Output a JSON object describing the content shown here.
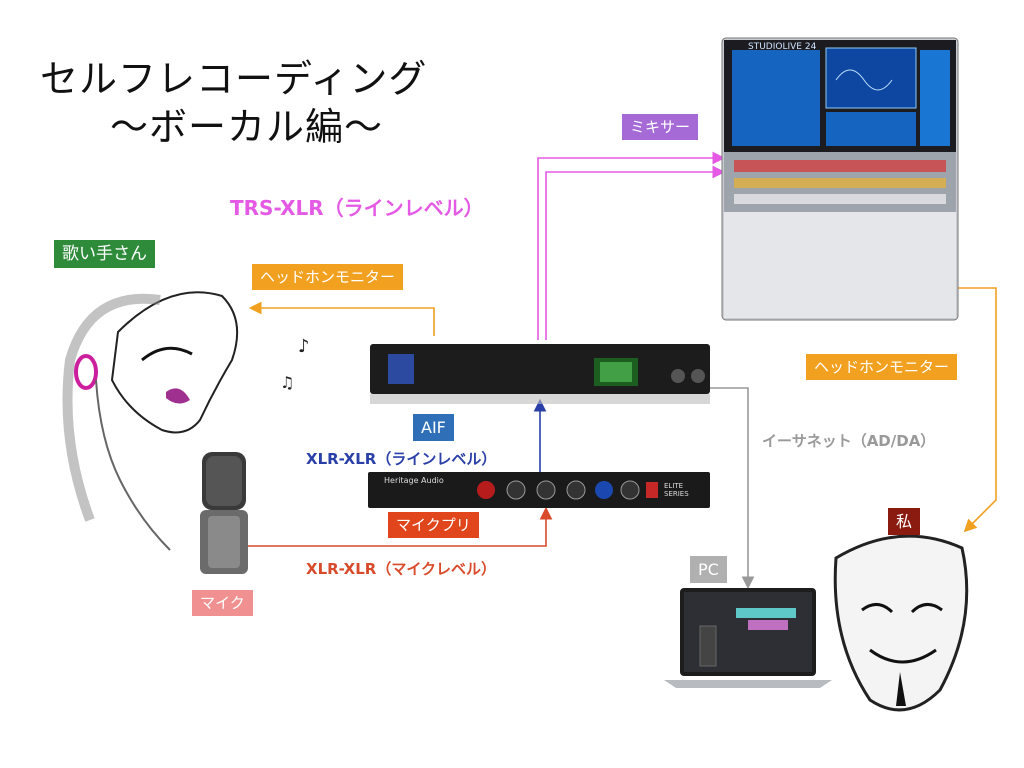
{
  "title": {
    "line1": "セルフレコーディング",
    "line2": "〜ボーカル編〜"
  },
  "labels": {
    "singer": "歌い手さん",
    "mixer": "ミキサー",
    "headphone_left": "ヘッドホンモニター",
    "headphone_right": "ヘッドホンモニター",
    "aif": "AIF",
    "mic_preamp": "マイクプリ",
    "mic": "マイク",
    "pc": "PC",
    "me": "私"
  },
  "connections": {
    "trs_xlr": "TRS-XLR（ラインレベル）",
    "xlr_line": "XLR-XLR（ラインレベル）",
    "xlr_mic": "XLR-XLR（マイクレベル）",
    "ethernet": "イーサネット（AD/DA）"
  },
  "devices": {
    "mixer_brand": "STUDIOLIVE 24",
    "preamp_brand": "Heritage Audio",
    "preamp_series": "ELITE SERIES"
  },
  "colors": {
    "singer_tag": "#2e8b3a",
    "mixer_tag": "#a66ad6",
    "headphone_tag": "#f2a020",
    "aif_tag": "#2e6fb8",
    "preamp_tag": "#e0451c",
    "mic_tag": "#f09090",
    "pc_tag": "#b0b0b0",
    "me_tag": "#8b1a10",
    "trs_line": "#e55ae5",
    "xlr_line": "#2a3fa8",
    "xlr_mic": "#d84a2a",
    "ethernet": "#999999"
  }
}
